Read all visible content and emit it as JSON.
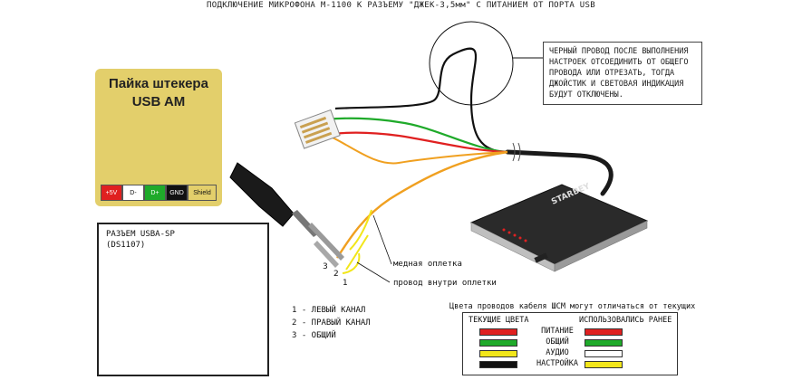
{
  "title": "ПОДКЛЮЧЕНИЕ МИКРОФОНА M-1100  К РАЗЪЕМУ \"ДЖЕК-3,5мм\" С ПИТАНИЕМ ОТ ПОРТА USB",
  "note_lines": [
    "ЧЕРНЫЙ ПРОВОД ПОСЛЕ ВЫПОЛНЕНИЯ",
    "НАСТРОЕК ОТСОЕДИНИТЬ ОТ ОБЩЕГО",
    "ПРОВОДА ИЛИ ОТРЕЗАТЬ, ТОГДА",
    "ДЖОЙСТИК И СВЕТОВАЯ ИНДИКАЦИЯ",
    "БУДУТ ОТКЛЮЧЕНЫ."
  ],
  "usb_am": {
    "title_line1": "Пайка штекера",
    "title_line2": "USB AM",
    "pins": [
      {
        "label": "+5V",
        "color": "#e02020",
        "text_color": "#ffffff"
      },
      {
        "label": "D-",
        "color": "#ffffff",
        "text_color": "#111111"
      },
      {
        "label": "D+",
        "color": "#1faa2a",
        "text_color": "#ffffff"
      },
      {
        "label": "GND",
        "color": "#111111",
        "text_color": "#ffffff"
      },
      {
        "label": "Shield",
        "color": "#e3cf6b",
        "text_color": "#111111"
      }
    ]
  },
  "usba_sp": {
    "line1": "РАЗЪЕМ USBA-SP",
    "line2": "(DS1107)"
  },
  "device_label": "STARBEY",
  "annotations": {
    "copper_braid": "медная оплетка",
    "inner_wire": "провод внутри оплетки"
  },
  "jack_numbers": [
    "3",
    "2",
    "1"
  ],
  "channel_legend": [
    "1 - ЛЕВЫЙ КАНАЛ",
    "2 - ПРАВЫЙ КАНАЛ",
    "3 - ОБЩИЙ"
  ],
  "colors_note": "Цвета проводов кабеля ШСМ могут отличаться от текущих",
  "color_table": {
    "header_current": "ТЕКУЩИЕ ЦВЕТА",
    "header_previous": "ИСПОЛЬЗОВАЛИСЬ РАНЕЕ",
    "rows": [
      {
        "label": "ПИТАНИЕ",
        "current": "#e02020",
        "previous": "#e02020"
      },
      {
        "label": "ОБЩИЙ",
        "current": "#1faa2a",
        "previous": "#1faa2a"
      },
      {
        "label": "АУДИО",
        "current": "#f2e61a",
        "previous": "#ffffff"
      },
      {
        "label": "НАСТРОЙКА",
        "current": "#111111",
        "previous": "#f2e61a"
      }
    ]
  },
  "wire_colors": {
    "black": "#111111",
    "green": "#1faa2a",
    "red": "#e02020",
    "orange": "#f0a020",
    "yellow": "#f2e61a",
    "braid": "#c77a1e"
  }
}
